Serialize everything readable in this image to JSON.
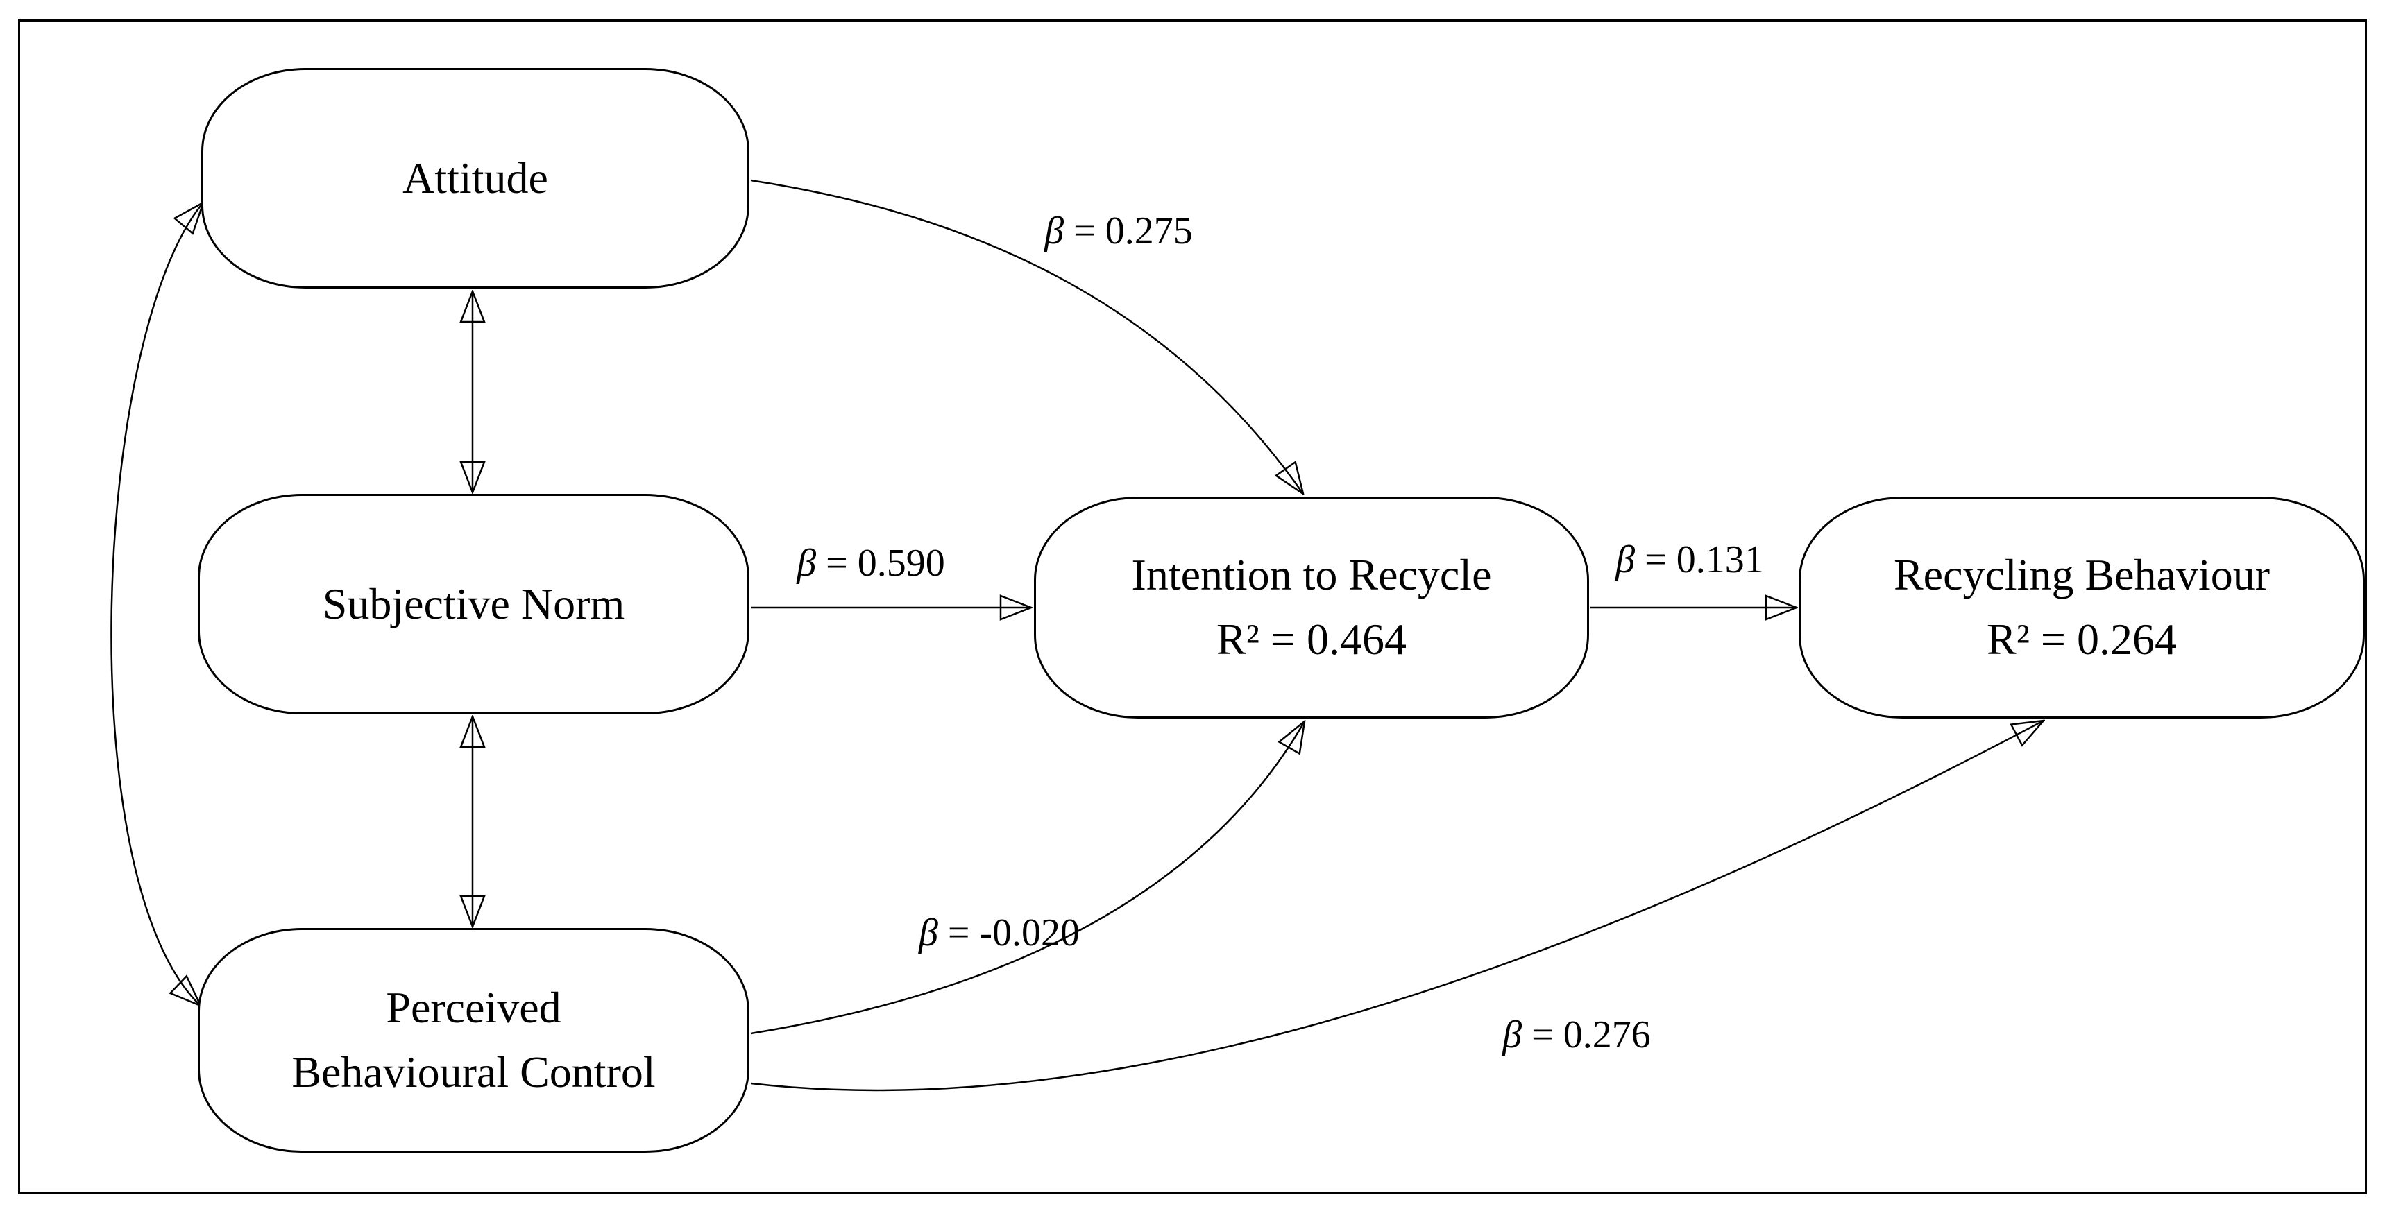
{
  "figure": {
    "type": "structural-model-path-diagram",
    "background_color": "#ffffff",
    "stroke_color": "#000000"
  },
  "nodes": {
    "attitude": {
      "label": "Attitude"
    },
    "subjective_norm": {
      "label": "Subjective Norm"
    },
    "pbc": {
      "label_line1": "Perceived",
      "label_line2": "Behavioural Control"
    },
    "intention": {
      "label": "Intention to Recycle",
      "r2": "R² = 0.464"
    },
    "behaviour": {
      "label": "Recycling Behaviour",
      "r2": "R² = 0.264"
    }
  },
  "paths": {
    "attitude_intention": {
      "from": "Attitude",
      "to": "Intention to Recycle",
      "beta": "β = 0.275"
    },
    "sn_intention": {
      "from": "Subjective Norm",
      "to": "Intention to Recycle",
      "beta": "β = 0.590"
    },
    "pbc_intention": {
      "from": "Perceived Behavioural Control",
      "to": "Intention to Recycle",
      "beta": "β = -0.020"
    },
    "intention_behaviour": {
      "from": "Intention to Recycle",
      "to": "Recycling Behaviour",
      "beta": "β = 0.131"
    },
    "pbc_behaviour": {
      "from": "Perceived Behavioural Control",
      "to": "Recycling Behaviour",
      "beta": "β = 0.276"
    }
  },
  "covariances": [
    {
      "between": [
        "Attitude",
        "Subjective Norm"
      ]
    },
    {
      "between": [
        "Subjective Norm",
        "Perceived Behavioural Control"
      ]
    },
    {
      "between": [
        "Attitude",
        "Perceived Behavioural Control"
      ]
    }
  ]
}
